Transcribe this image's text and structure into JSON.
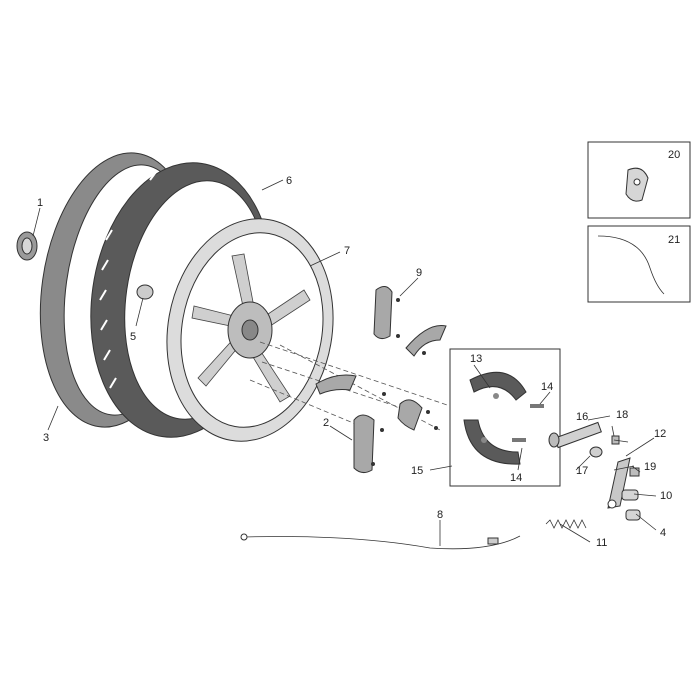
{
  "callouts": {
    "c1": "1",
    "c2": "2",
    "c3": "3",
    "c4": "4",
    "c5": "5",
    "c6": "6",
    "c7": "7",
    "c8": "8",
    "c9": "9",
    "c10": "10",
    "c11": "11",
    "c12": "12",
    "c13": "13",
    "c14a": "14",
    "c14b": "14",
    "c15": "15",
    "c16": "16",
    "c17": "17",
    "c18": "18",
    "c19": "19",
    "c20": "20",
    "c21": "21"
  },
  "colors": {
    "tire": "#6f6f6f",
    "tire_tread": "#4a4a4a",
    "rim": "#d4d4d4",
    "hub": "#bdbdbd",
    "pad": "#a8a8a8",
    "line": "#333333"
  }
}
